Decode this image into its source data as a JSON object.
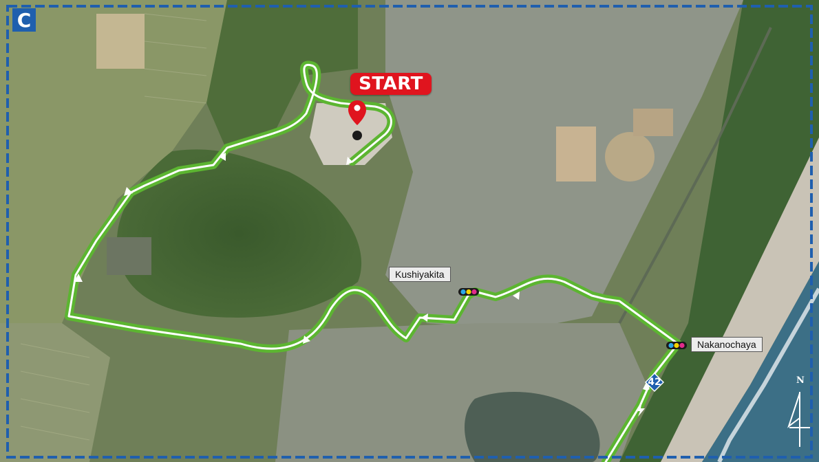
{
  "map": {
    "section_letter": "C",
    "start_label": "START",
    "places": [
      {
        "name": "Kushiyakita"
      },
      {
        "name": "Nakanochaya"
      }
    ],
    "route_number": "42",
    "north_label": "N",
    "colors": {
      "route": "#5cb531",
      "route_center": "#ffffff",
      "start": "#e0141e",
      "border": "#1f5fae",
      "sea": "#3c6f86",
      "beach": "#c9c3b6"
    },
    "icons": [
      "map-pin-icon",
      "traffic-signal-icon",
      "route-shield-icon",
      "north-arrow-icon",
      "direction-arrow-icon"
    ]
  }
}
